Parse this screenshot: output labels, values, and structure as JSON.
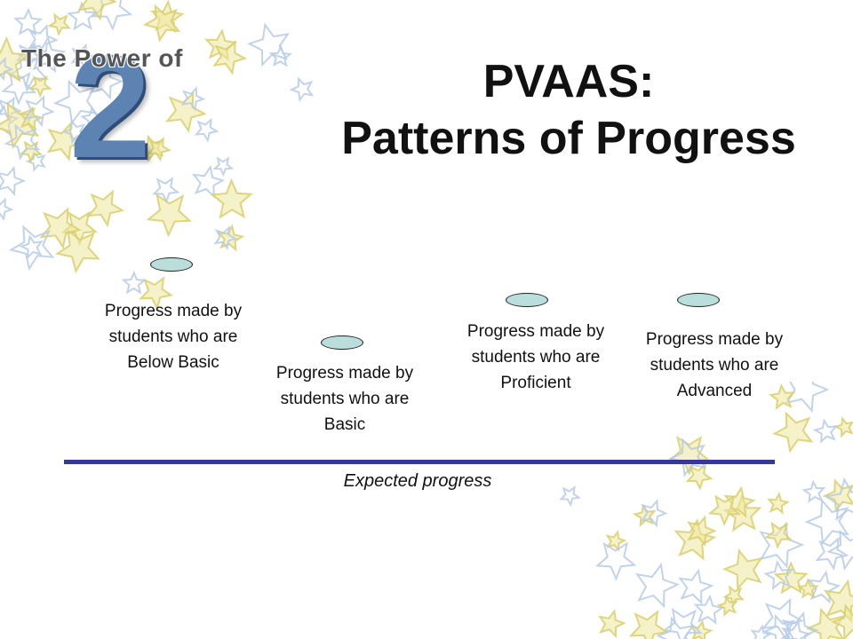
{
  "logo": {
    "text": "The Power of",
    "digit": "2"
  },
  "title": {
    "line1": "PVAAS:",
    "line2": "Patterns of Progress"
  },
  "groups": [
    {
      "label": "Progress made by students who are Below Basic"
    },
    {
      "label": "Progress made by students who are Basic"
    },
    {
      "label": "Progress made by students who are Proficient"
    },
    {
      "label": "Progress made by students who are Advanced"
    }
  ],
  "baseline": {
    "label": "Expected progress"
  },
  "colors": {
    "baseline": "#36379a",
    "marker_fill": "#b9dedc",
    "star_blue": "#b6cbe6",
    "star_yellow": "#ece59a"
  }
}
